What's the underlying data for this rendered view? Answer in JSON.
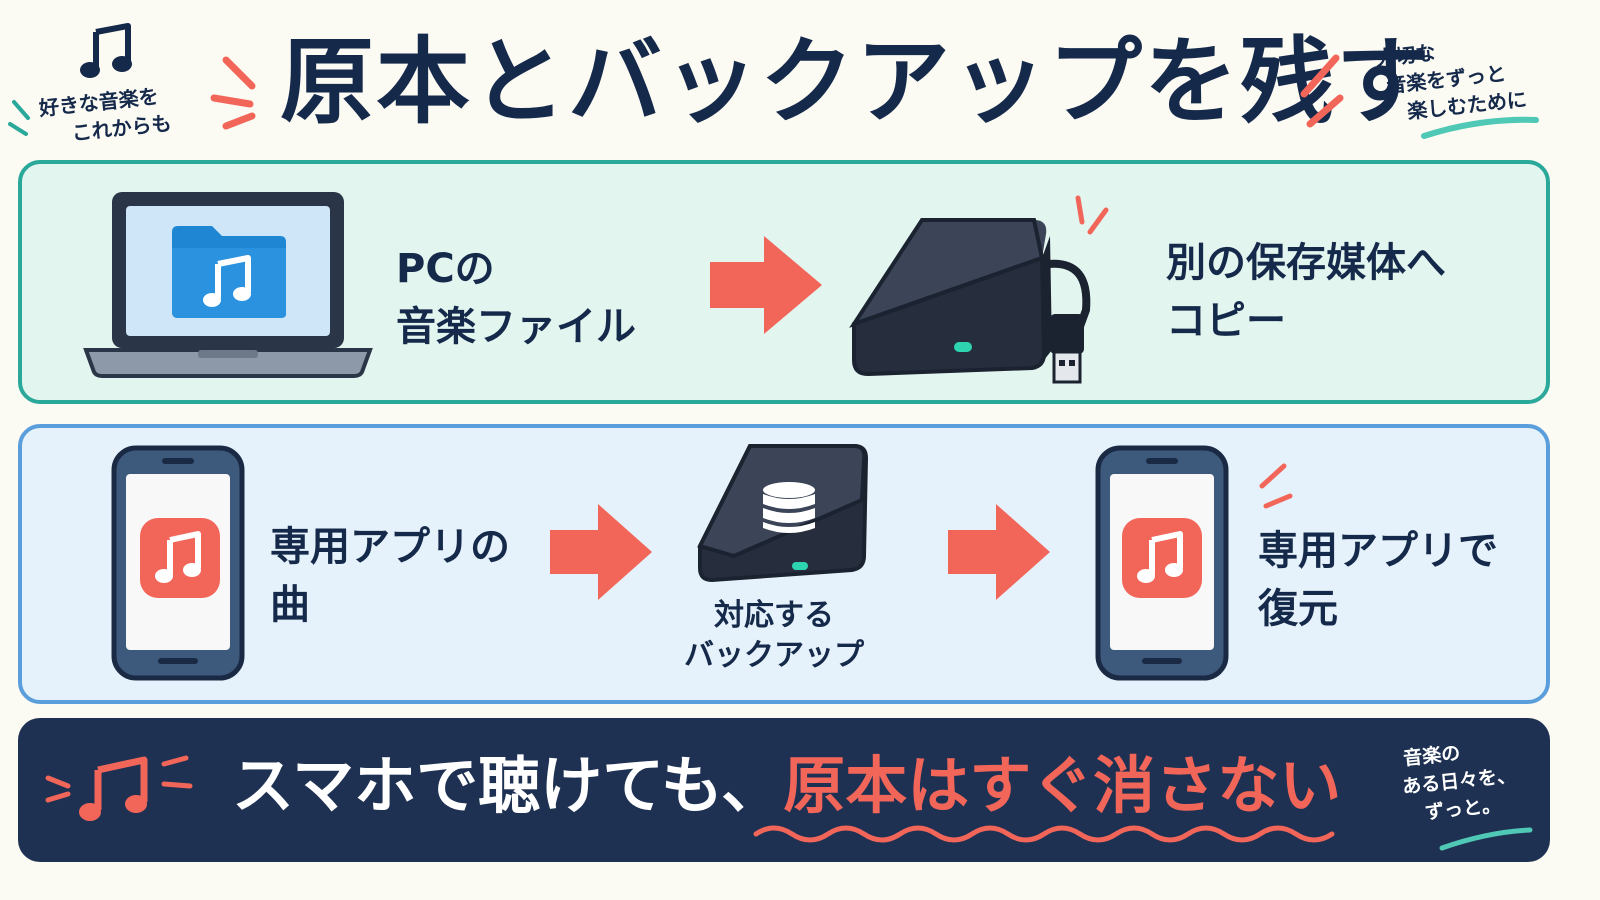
{
  "header": {
    "title": "原本とバックアップを残す",
    "note_left": {
      "line1": "好きな音楽を",
      "line2": "これからも"
    },
    "note_right": {
      "line1": "大切な",
      "line2": "音楽をずっと",
      "line3": "楽しむために"
    }
  },
  "step1": {
    "source_label": {
      "line1": "PCの",
      "line2": "音楽ファイル"
    },
    "target_label": {
      "line1": "別の保存媒体へ",
      "line2": "コピー"
    }
  },
  "step2": {
    "source_label": {
      "line1": "専用アプリの",
      "line2": "曲"
    },
    "middle_label": {
      "line1": "対応する",
      "line2": "バックアップ"
    },
    "target_label": {
      "line1": "専用アプリで",
      "line2": "復元"
    }
  },
  "banner": {
    "text_white": "スマホで聴けても、",
    "text_red": "原本はすぐ消さない",
    "note": {
      "line1": "音楽の",
      "line2": "ある日々を、",
      "line3": "ずっと。"
    }
  },
  "colors": {
    "navy": "#15294a",
    "teal": "#2aa89a",
    "blue": "#5a9fdb",
    "red": "#f2665a",
    "banner_bg": "#1e3152"
  },
  "icons": [
    "music-note-icon",
    "laptop-icon",
    "folder-music-icon",
    "arrow-right-icon",
    "external-drive-icon",
    "usb-plug-icon",
    "smartphone-icon",
    "music-app-icon",
    "database-icon",
    "accent-lines-icon"
  ]
}
